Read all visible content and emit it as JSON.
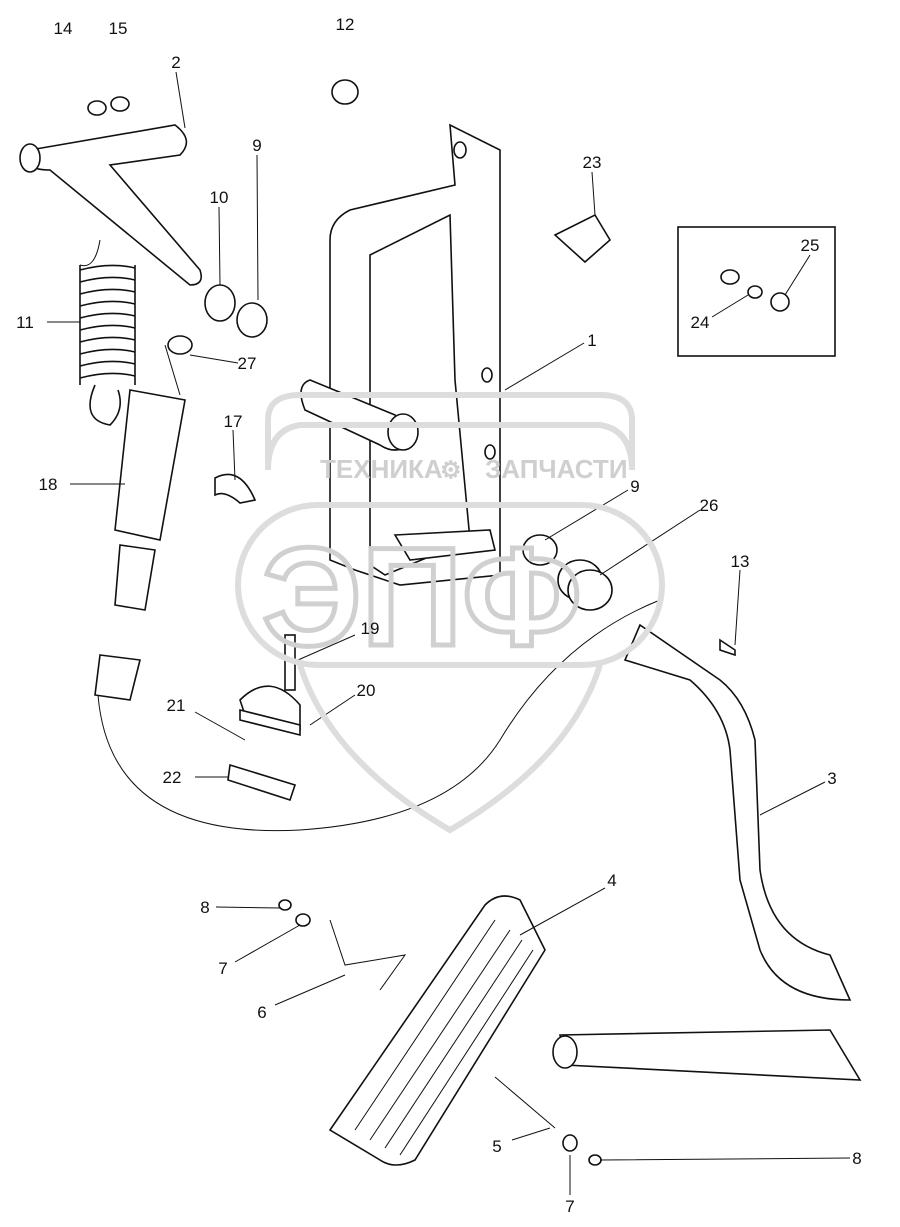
{
  "watermark": {
    "top_text_left": "ТЕХНИКА",
    "top_text_right": "ЗАПЧАСТИ",
    "logo_letters": "ЭПФ"
  },
  "callouts": [
    "14",
    "15",
    "2",
    "12",
    "9",
    "10",
    "23",
    "25",
    "24",
    "11",
    "27",
    "1",
    "17",
    "18",
    "9",
    "26",
    "13",
    "19",
    "20",
    "21",
    "22",
    "3",
    "4",
    "8",
    "7",
    "6",
    "5",
    "8",
    "7"
  ],
  "colors": {
    "line": "#111111",
    "watermark": "#d5d5d5",
    "background": "#ffffff"
  }
}
